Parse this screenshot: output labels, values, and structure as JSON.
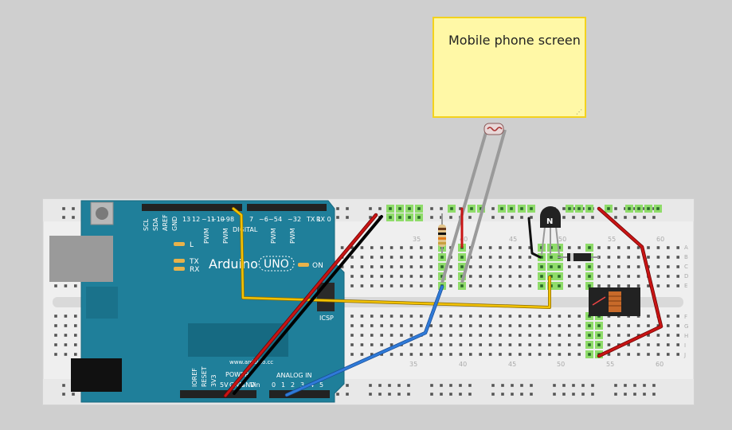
{
  "note": {
    "text": "Mobile phone screen"
  },
  "arduino": {
    "brand": "Arduino",
    "model": "UNO",
    "website": "www.arduino.cc",
    "header_top": [
      "SCL",
      "SDA",
      "AREF",
      "GND",
      "13",
      "12",
      "~11",
      "~10",
      "~9",
      "8",
      "7",
      "~6",
      "~5",
      "4",
      "~3",
      "2",
      "TX 1",
      "RX 0"
    ],
    "digital_label": "DIGITAL",
    "pwm_label": "PWM",
    "led_labels": [
      "L",
      "TX",
      "RX"
    ],
    "on_label": "ON",
    "icsp_label": "ICSP",
    "power_label": "POWER",
    "analog_label": "ANALOG IN",
    "power_pins": [
      "IOREF",
      "RESET",
      "3V3",
      "5V",
      "GND",
      "GND",
      "Vin"
    ],
    "analog_pins": [
      "0",
      "1",
      "2",
      "3",
      "4",
      "5"
    ]
  },
  "breadboard": {
    "top_numbers": [
      "35",
      "40",
      "45",
      "50",
      "55",
      "60"
    ],
    "bottom_numbers": [
      "35",
      "40",
      "45",
      "50",
      "55",
      "60"
    ],
    "row_letters_top": [
      "A",
      "B",
      "C",
      "D",
      "E"
    ],
    "row_letters_bottom": [
      "F",
      "G",
      "H",
      "I",
      "J"
    ]
  },
  "transistor": {
    "label": "N"
  },
  "colors": {
    "wire_red": "#c81414",
    "wire_black": "#1a1a1a",
    "wire_yellow": "#f2c200",
    "wire_blue": "#2f7ad8",
    "wire_gray": "#9a9a9a",
    "board_blue": "#1f7f9a",
    "breadboard": "#f0f0f0",
    "note_fill": "#fff8a6",
    "note_border": "#f3d21d",
    "pad_green": "#8fdc6a"
  }
}
